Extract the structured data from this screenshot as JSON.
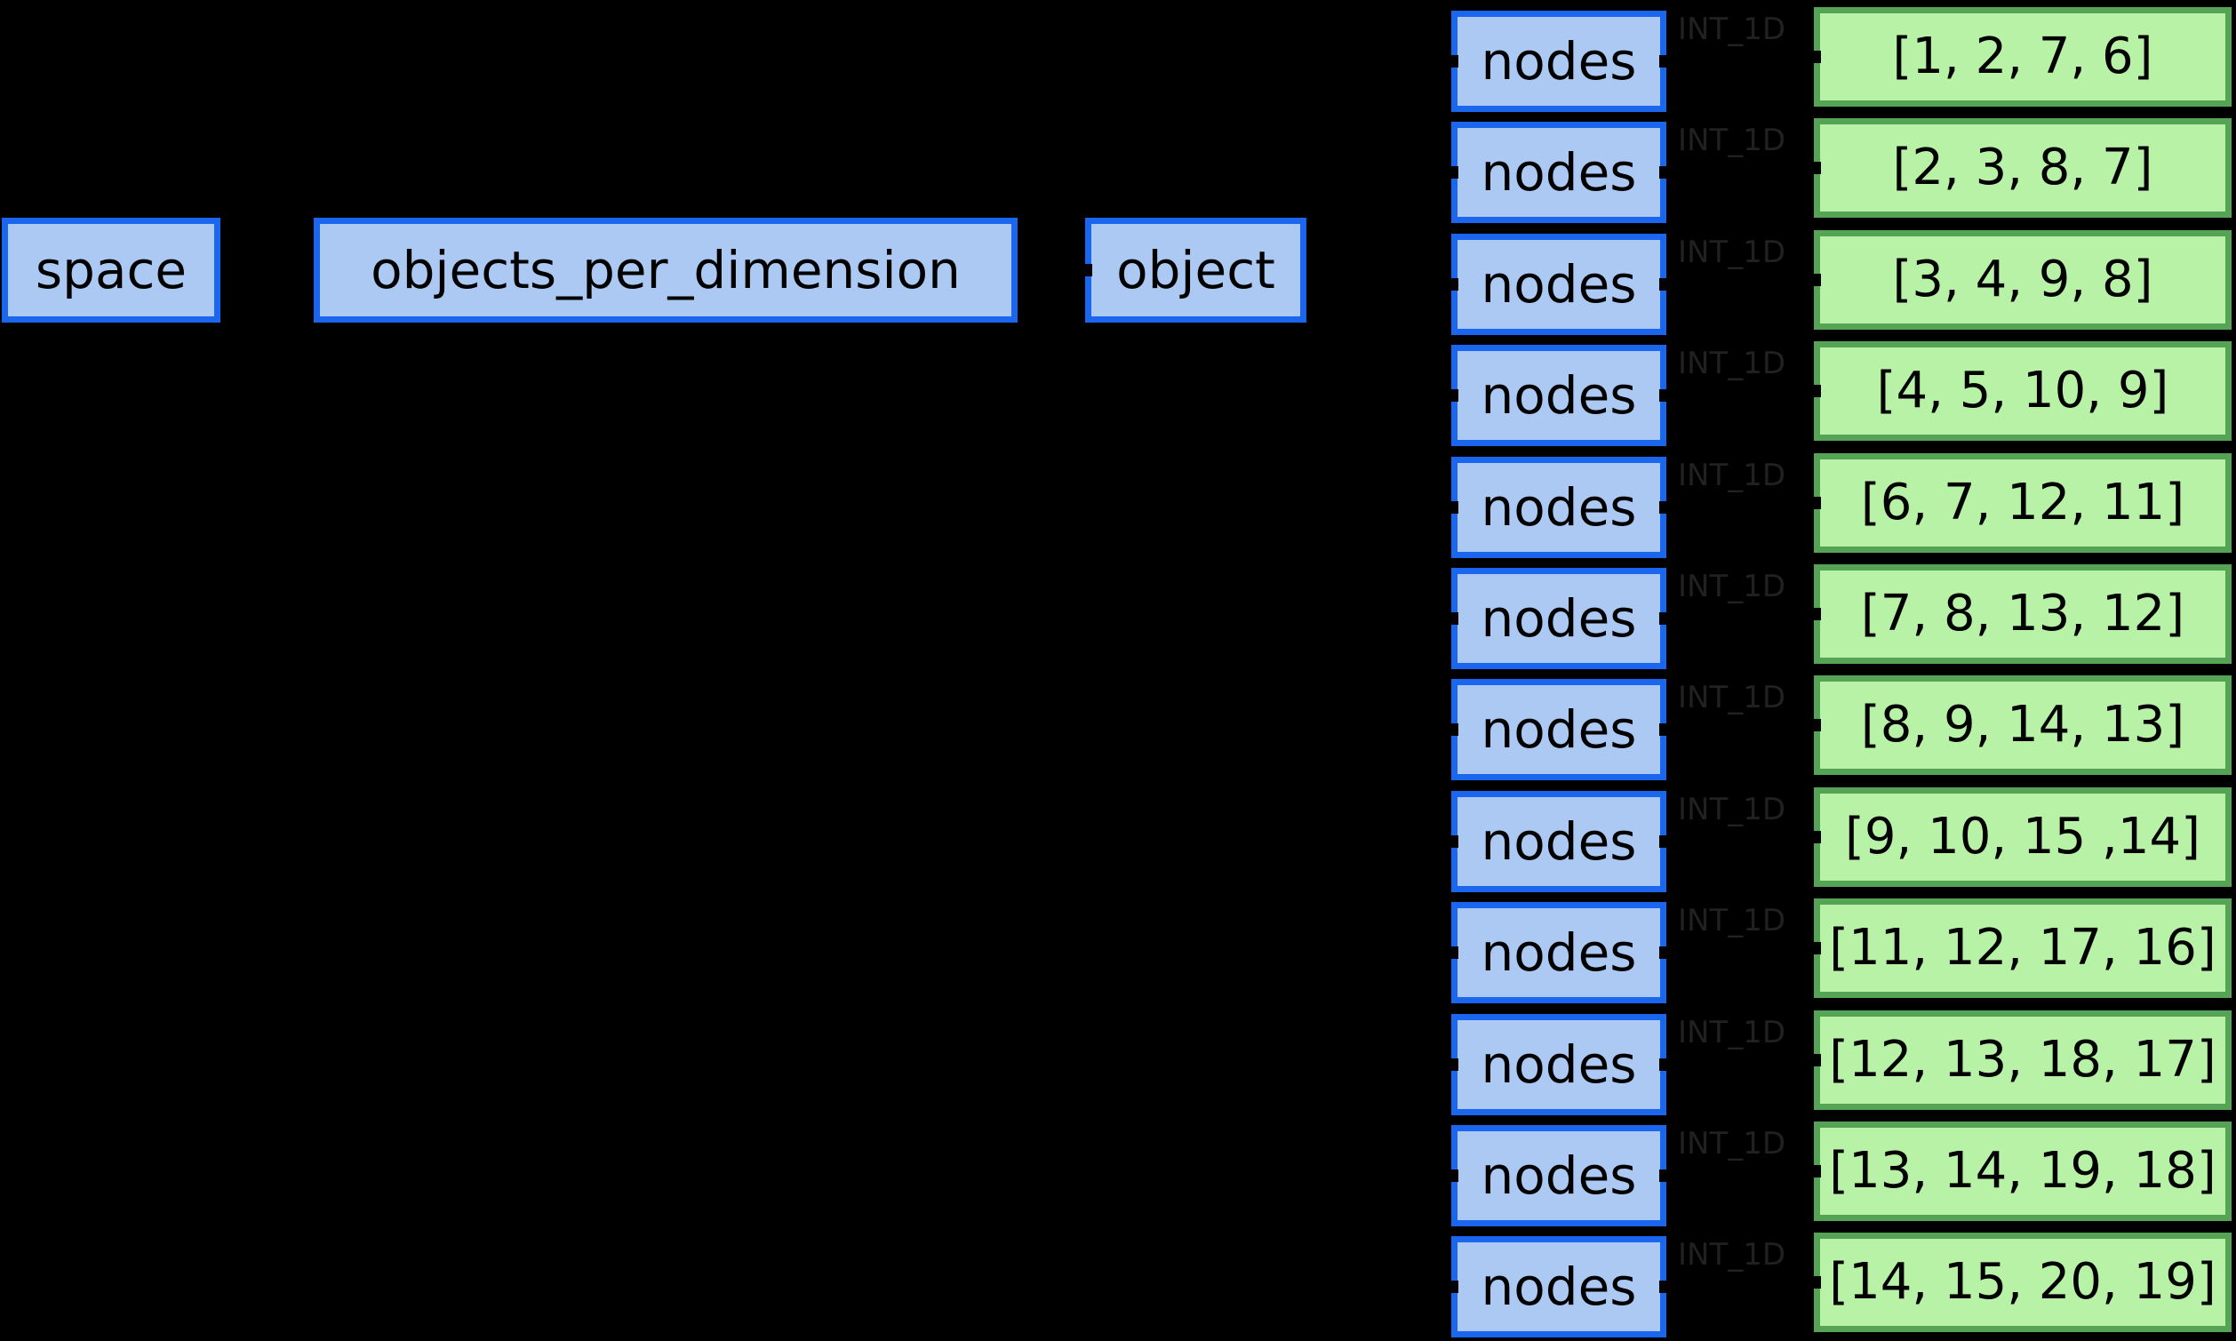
{
  "diagram": {
    "type": "object-graph",
    "background": "#000000",
    "colors": {
      "blue_fill": "#abc9f3",
      "blue_border": "#1a66ee",
      "green_fill": "#b8f2a6",
      "green_border": "#55a455",
      "box_text": "#000000",
      "edge_label_text": "#212121"
    },
    "left_chain": [
      {
        "id": "space",
        "label": "space"
      },
      {
        "id": "objects_per_dimension",
        "label": "objects_per_dimension"
      },
      {
        "id": "object",
        "label": "object"
      }
    ],
    "rows": [
      {
        "node_label": "nodes",
        "edge_label": "INT_1D",
        "value": "[1, 2, 7, 6]"
      },
      {
        "node_label": "nodes",
        "edge_label": "INT_1D",
        "value": "[2, 3, 8, 7]"
      },
      {
        "node_label": "nodes",
        "edge_label": "INT_1D",
        "value": "[3, 4, 9, 8]"
      },
      {
        "node_label": "nodes",
        "edge_label": "INT_1D",
        "value": "[4, 5, 10, 9]"
      },
      {
        "node_label": "nodes",
        "edge_label": "INT_1D",
        "value": "[6, 7, 12, 11]"
      },
      {
        "node_label": "nodes",
        "edge_label": "INT_1D",
        "value": "[7, 8, 13, 12]"
      },
      {
        "node_label": "nodes",
        "edge_label": "INT_1D",
        "value": "[8, 9, 14, 13]"
      },
      {
        "node_label": "nodes",
        "edge_label": "INT_1D",
        "value": "[9, 10, 15 ,14]"
      },
      {
        "node_label": "nodes",
        "edge_label": "INT_1D",
        "value": "[11, 12, 17, 16]"
      },
      {
        "node_label": "nodes",
        "edge_label": "INT_1D",
        "value": "[12, 13, 18, 17]"
      },
      {
        "node_label": "nodes",
        "edge_label": "INT_1D",
        "value": "[13, 14, 19, 18]"
      },
      {
        "node_label": "nodes",
        "edge_label": "INT_1D",
        "value": "[14, 15, 20, 19]"
      }
    ]
  }
}
